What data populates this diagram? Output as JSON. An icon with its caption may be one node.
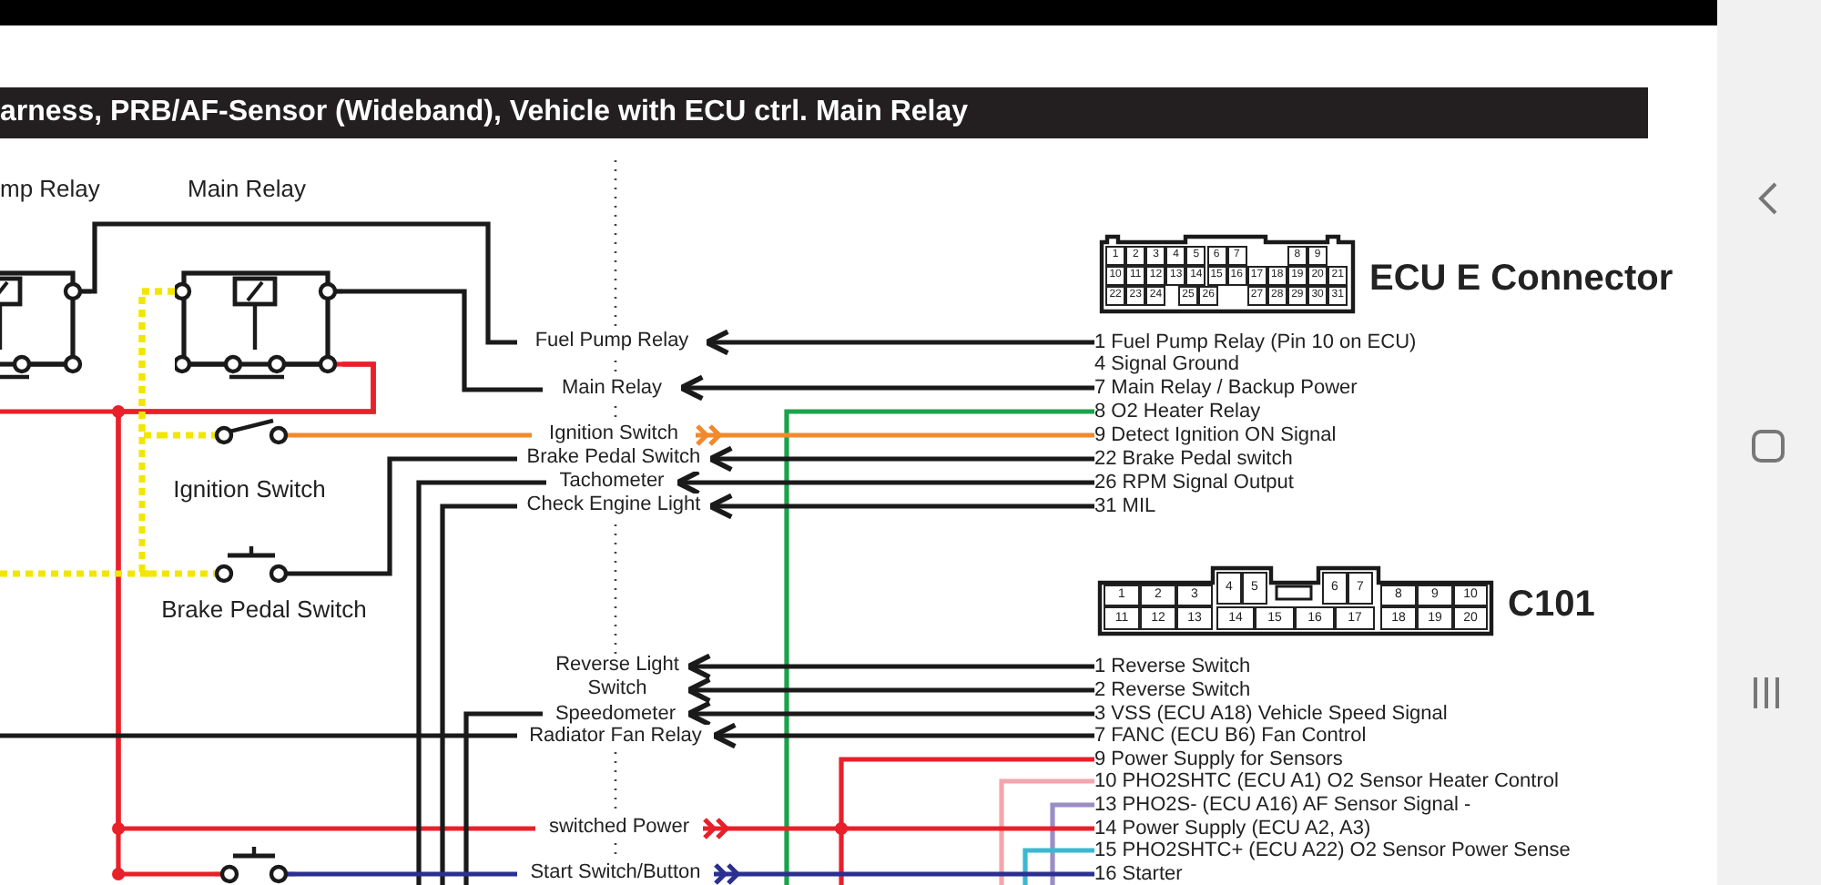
{
  "diagram": {
    "title": "arness, PRB/AF-Sensor (Wideband), Vehicle with ECU ctrl. Main Relay",
    "nodes": [
      {
        "text": [
          "mp Relay"
        ]
      },
      {
        "text": [
          "Main Relay"
        ]
      },
      {
        "text": [
          "Ignition Switch"
        ]
      },
      {
        "text": [
          "Brake Pedal Switch"
        ]
      },
      {
        "text": [],
        "shape": "switch"
      },
      {
        "text": [
          "Fuel Pump Relay"
        ]
      },
      {
        "text": [
          "Main Relay"
        ]
      },
      {
        "text": [
          "Ignition Switch"
        ]
      },
      {
        "text": [
          "Brake Pedal Switch"
        ]
      },
      {
        "text": [
          "Tachometer"
        ]
      },
      {
        "text": [
          "Check Engine Light"
        ]
      },
      {
        "text": [
          "Reverse Light Switch"
        ]
      },
      {
        "text": [
          "Speedometer"
        ]
      },
      {
        "text": [
          "Radiator Fan Relay"
        ]
      },
      {
        "text": [
          "switched Power"
        ]
      },
      {
        "text": [
          "Start Switch/Button"
        ]
      },
      {
        "text": [
          "ECU E Connector"
        ]
      },
      {
        "text": [
          "1 Fuel Pump Relay (Pin 10 on ECU)"
        ]
      },
      {
        "text": [
          "7 Main Relay / Backup Power"
        ]
      },
      {
        "text": [
          "8 O2 Heater Relay"
        ]
      },
      {
        "text": [
          "9 Detect Ignition ON Signal"
        ]
      },
      {
        "text": [
          "22 Brake Pedal switch"
        ]
      },
      {
        "text": [
          "26 RPM Signal Output"
        ]
      },
      {
        "text": [
          "31 MIL"
        ]
      },
      {
        "text": [
          "C101"
        ]
      },
      {
        "text": [
          "1 Reverse Switch"
        ]
      },
      {
        "text": [
          "2 Reverse Switch"
        ]
      },
      {
        "text": [
          "3 VSS (ECU A18) Vehicle Speed Signal"
        ]
      },
      {
        "text": [
          "7 FANC (ECU B6) Fan Control"
        ]
      },
      {
        "text": [
          "9 Power Supply for Sensors"
        ]
      },
      {
        "text": [
          "10 PHO2SHTC (ECU A1) O2 Sensor Heater Control"
        ]
      },
      {
        "text": [
          "13 PHO2S- (ECU A16) AF Sensor Signal -"
        ]
      },
      {
        "text": [
          "14 Power Supply (ECU A2, A3)"
        ]
      },
      {
        "text": [
          "15 PHO2SHTC+ (ECU A22) O2 Sensor Power Sense"
        ]
      },
      {
        "text": [
          "16 Starter"
        ]
      },
      {
        "text": [
          "4 Signal Ground"
        ]
      },
      {
        "text": [],
        "shape": "bar"
      }
    ],
    "edges": [
      {
        "from": 0,
        "to": 5,
        "arrow": "none"
      },
      {
        "from": 1,
        "to": 6,
        "arrow": "none"
      },
      {
        "from": 1,
        "to": null,
        "arrow": "none",
        "color": "#e8202a"
      },
      {
        "from": 1,
        "to": 14,
        "arrow": "none",
        "color": "#e8202a"
      },
      {
        "from": 1,
        "to": 4,
        "arrow": "none",
        "color": "#e8202a"
      },
      {
        "from": null,
        "to": 13,
        "arrow": "none"
      },
      {
        "from": 1,
        "to": 2,
        "arrow": "none",
        "style": "dashed",
        "color": "#f2e600"
      },
      {
        "from": 1,
        "to": 3,
        "arrow": "none",
        "style": "dashed",
        "color": "#f2e600"
      },
      {
        "from": null,
        "to": 3,
        "arrow": "none",
        "style": "dashed",
        "color": "#f2e600"
      },
      {
        "from": 2,
        "to": 7,
        "arrow": "none",
        "color": "#f08a2c"
      },
      {
        "from": 3,
        "to": 8,
        "arrow": "none"
      },
      {
        "from": null,
        "to": 9,
        "arrow": "none"
      },
      {
        "from": null,
        "to": 10,
        "arrow": "none"
      },
      {
        "from": null,
        "to": 12,
        "arrow": "none"
      },
      {
        "from": 4,
        "to": 15,
        "arrow": "none",
        "color": "#2b2f8f"
      },
      {
        "from": 17,
        "to": 5,
        "arrow": "to"
      },
      {
        "from": 18,
        "to": 6,
        "arrow": "to"
      },
      {
        "from": 19,
        "to": null,
        "arrow": "none",
        "color": "#1aa34a"
      },
      {
        "from": 20,
        "to": 7,
        "arrow": "other",
        "color": "#f08a2c"
      },
      {
        "from": 21,
        "to": 8,
        "arrow": "to"
      },
      {
        "from": 22,
        "to": 9,
        "arrow": "to"
      },
      {
        "from": 23,
        "to": 10,
        "arrow": "to"
      },
      {
        "from": 25,
        "to": 11,
        "arrow": "to"
      },
      {
        "from": 26,
        "to": 11,
        "arrow": "to"
      },
      {
        "from": 27,
        "to": 12,
        "arrow": "to"
      },
      {
        "from": 28,
        "to": 13,
        "arrow": "to"
      },
      {
        "from": 29,
        "to": null,
        "arrow": "none",
        "color": "#e8202a"
      },
      {
        "from": 30,
        "to": null,
        "arrow": "none",
        "color": "#f4a6ac"
      },
      {
        "from": 31,
        "to": null,
        "arrow": "none",
        "color": "#9b8dc6"
      },
      {
        "from": 32,
        "to": 14,
        "arrow": "other",
        "color": "#e8202a"
      },
      {
        "from": 33,
        "to": null,
        "arrow": "none",
        "color": "#39b9d0"
      },
      {
        "from": 34,
        "to": 15,
        "arrow": "other",
        "color": "#2b2f8f"
      }
    ],
    "labels": [
      "1",
      "2",
      "3",
      "4",
      "5",
      "6",
      "7",
      "8",
      "9",
      "10",
      "11",
      "12",
      "13",
      "14",
      "15",
      "16",
      "17",
      "18",
      "19",
      "20",
      "21",
      "22",
      "23",
      "24",
      "25",
      "26",
      "27",
      "28",
      "29",
      "30",
      "31",
      "1",
      "2",
      "3",
      "4",
      "5",
      "6",
      "7",
      "8",
      "9",
      "10",
      "11",
      "12",
      "13",
      "14",
      "15",
      "16",
      "17",
      "18",
      "19",
      "20"
    ]
  }
}
